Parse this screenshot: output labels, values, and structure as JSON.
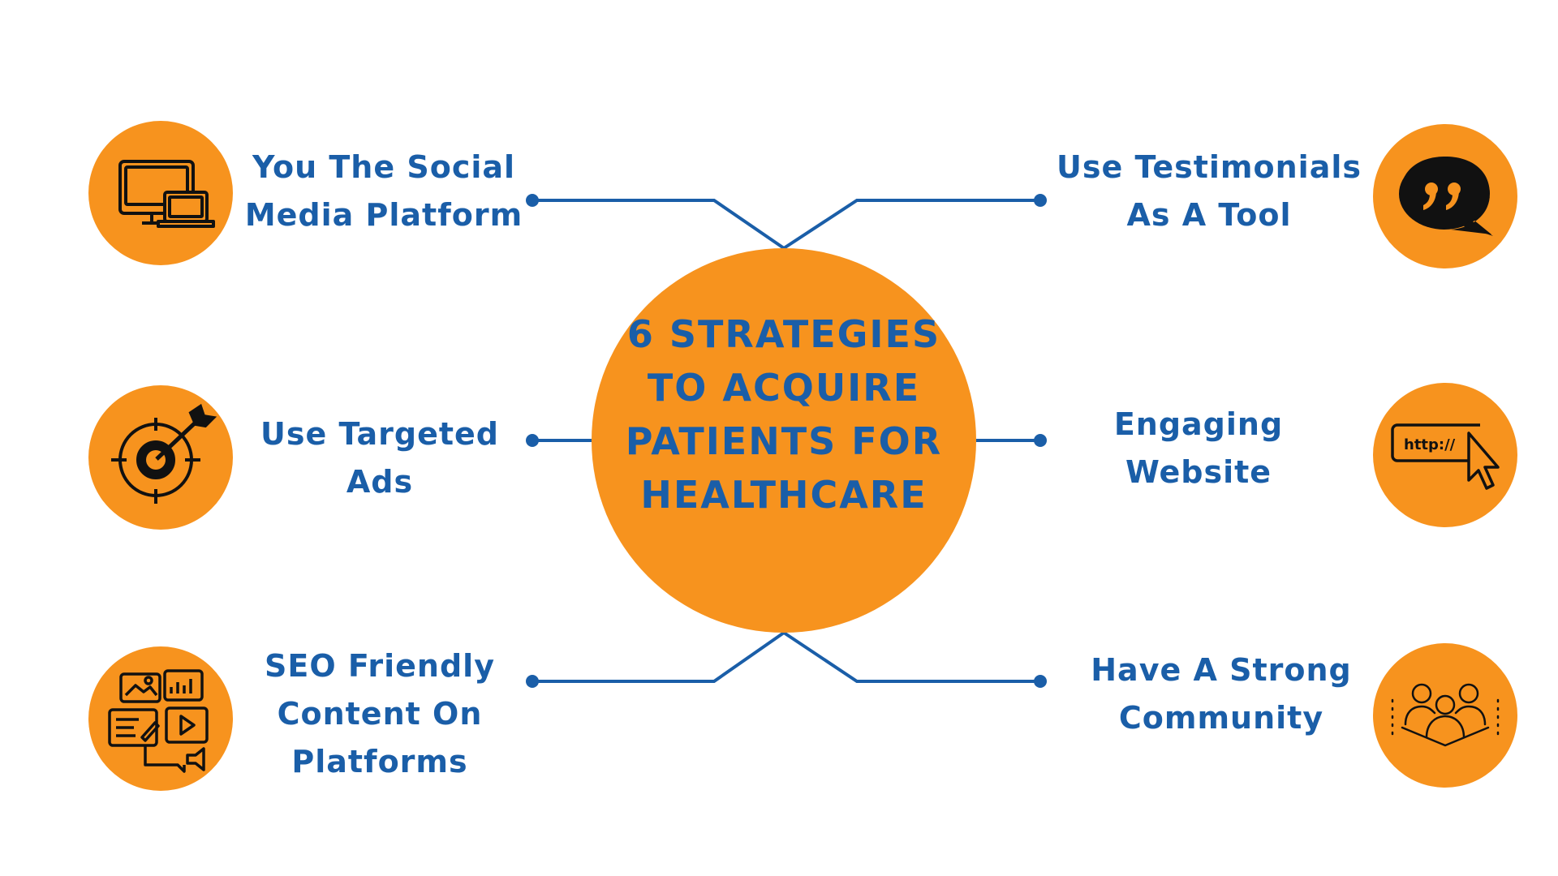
{
  "hub": {
    "title": "6 STRATEGIES TO ACQUIRE PATIENTS FOR HEALTHCARE"
  },
  "colors": {
    "accent_orange": "#f7931e",
    "text_blue": "#1a5ea8",
    "connector_blue": "#1a5ea8",
    "icon_black": "#111111"
  },
  "strategies": [
    {
      "side": "left",
      "label_line1": "You The Social",
      "label_line2": "Media Platform",
      "icon": "computer-laptop-icon"
    },
    {
      "side": "left",
      "label_line1": "Use Targeted",
      "label_line2": "Ads",
      "icon": "target-arrow-icon"
    },
    {
      "side": "left",
      "label_line1": "SEO Friendly",
      "label_line2": "Content On",
      "label_line3": "Platforms",
      "icon": "content-marketing-icon"
    },
    {
      "side": "right",
      "label_line1": "Use Testimonials",
      "label_line2": "As A Tool",
      "icon": "quote-bubble-icon"
    },
    {
      "side": "right",
      "label_line1": "Engaging",
      "label_line2": "Website",
      "icon_text": "http://",
      "icon": "browser-cursor-icon"
    },
    {
      "side": "right",
      "label_line1": "Have A Strong",
      "label_line2": "Community",
      "icon": "community-people-icon"
    }
  ]
}
